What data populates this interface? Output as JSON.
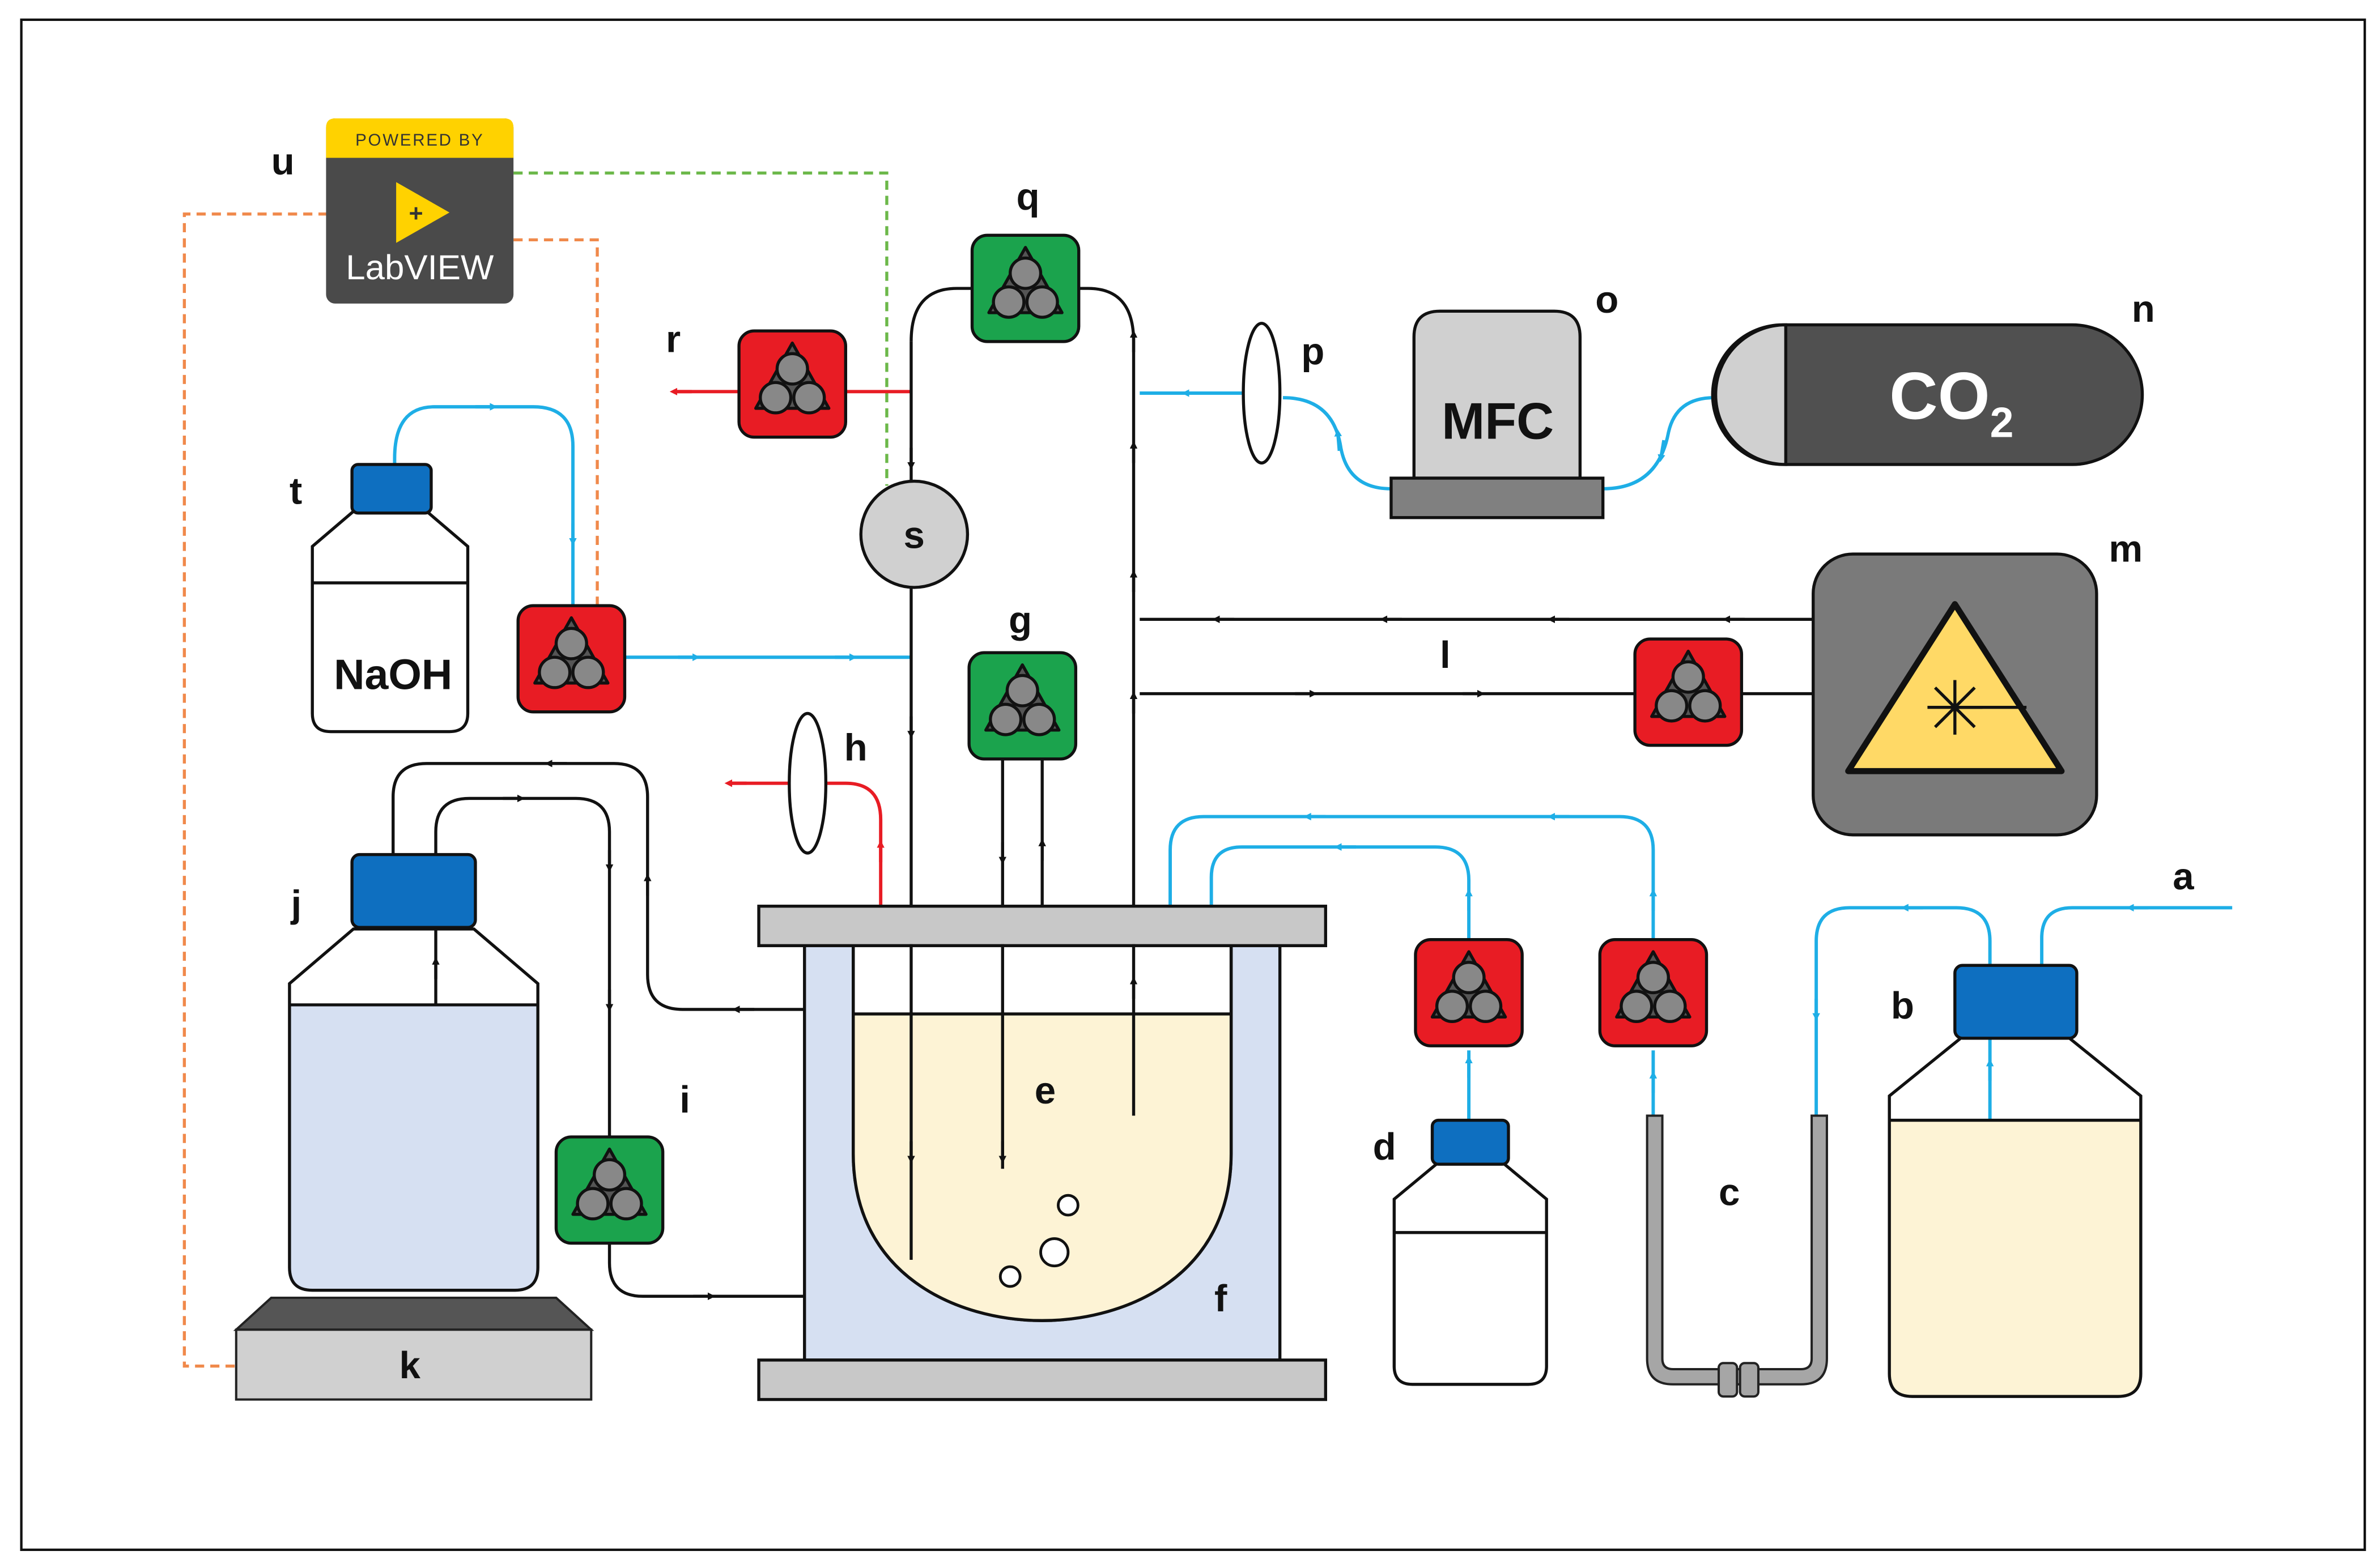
{
  "labels": {
    "a": "a",
    "b": "b",
    "c": "c",
    "d": "d",
    "e": "e",
    "f": "f",
    "g": "g",
    "h": "h",
    "i": "i",
    "j": "j",
    "k": "k",
    "l": "l",
    "m": "m",
    "n": "n",
    "o": "o",
    "p": "p",
    "q": "q",
    "r": "r",
    "s": "s",
    "t": "t",
    "u": "u"
  },
  "components": {
    "naoh_bottle": "NaOH",
    "mfc": "MFC",
    "co2_main": "CO",
    "co2_sub": "2",
    "labview_banner": "POWERED BY",
    "labview_name": "LabVIEW"
  },
  "colors": {
    "gas_line": "#1eaee6",
    "vent_line": "#e81c24",
    "liquid_line": "#111111",
    "control_orange": "#f0894b",
    "control_green": "#6cb84a",
    "pump_red": "#e81c24",
    "pump_green": "#1ba34d",
    "bottle_cap": "#0e6fc0",
    "medium": "#fdf3d5",
    "jacket": "#d6e0f2",
    "labview_yellow": "#ffd200"
  }
}
